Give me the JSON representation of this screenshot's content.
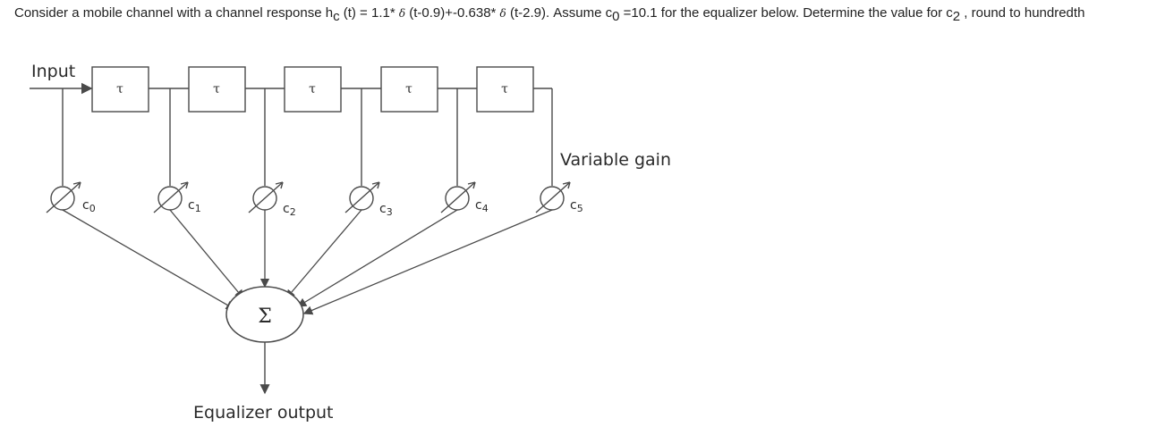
{
  "question": {
    "text_1": "Consider a mobile channel with a channel response h",
    "sub_c": "c",
    "text_2": " (t) = 1.1* ",
    "delta_1": "δ",
    "text_3": " (t-0.9)+-0.638* ",
    "delta_2": "δ",
    "text_4": " (t-2.9). Assume c",
    "sub_0": "0",
    "text_5": " =10.1 for the equalizer below. Determine the value for c",
    "sub_2": "2",
    "text_6": " , round to hundredth"
  },
  "diagram": {
    "input_label": "Input",
    "delay_label": "τ",
    "delays": [
      "τ",
      "τ",
      "τ",
      "τ",
      "τ"
    ],
    "coefficients": [
      "c0",
      "c1",
      "c2",
      "c3",
      "c4",
      "c5"
    ],
    "variable_gain_label": "Variable gain",
    "summer_symbol": "Σ",
    "output_label": "Equalizer output"
  },
  "colors": {
    "line": "#4a4a4a",
    "text": "#1f1f1f"
  }
}
